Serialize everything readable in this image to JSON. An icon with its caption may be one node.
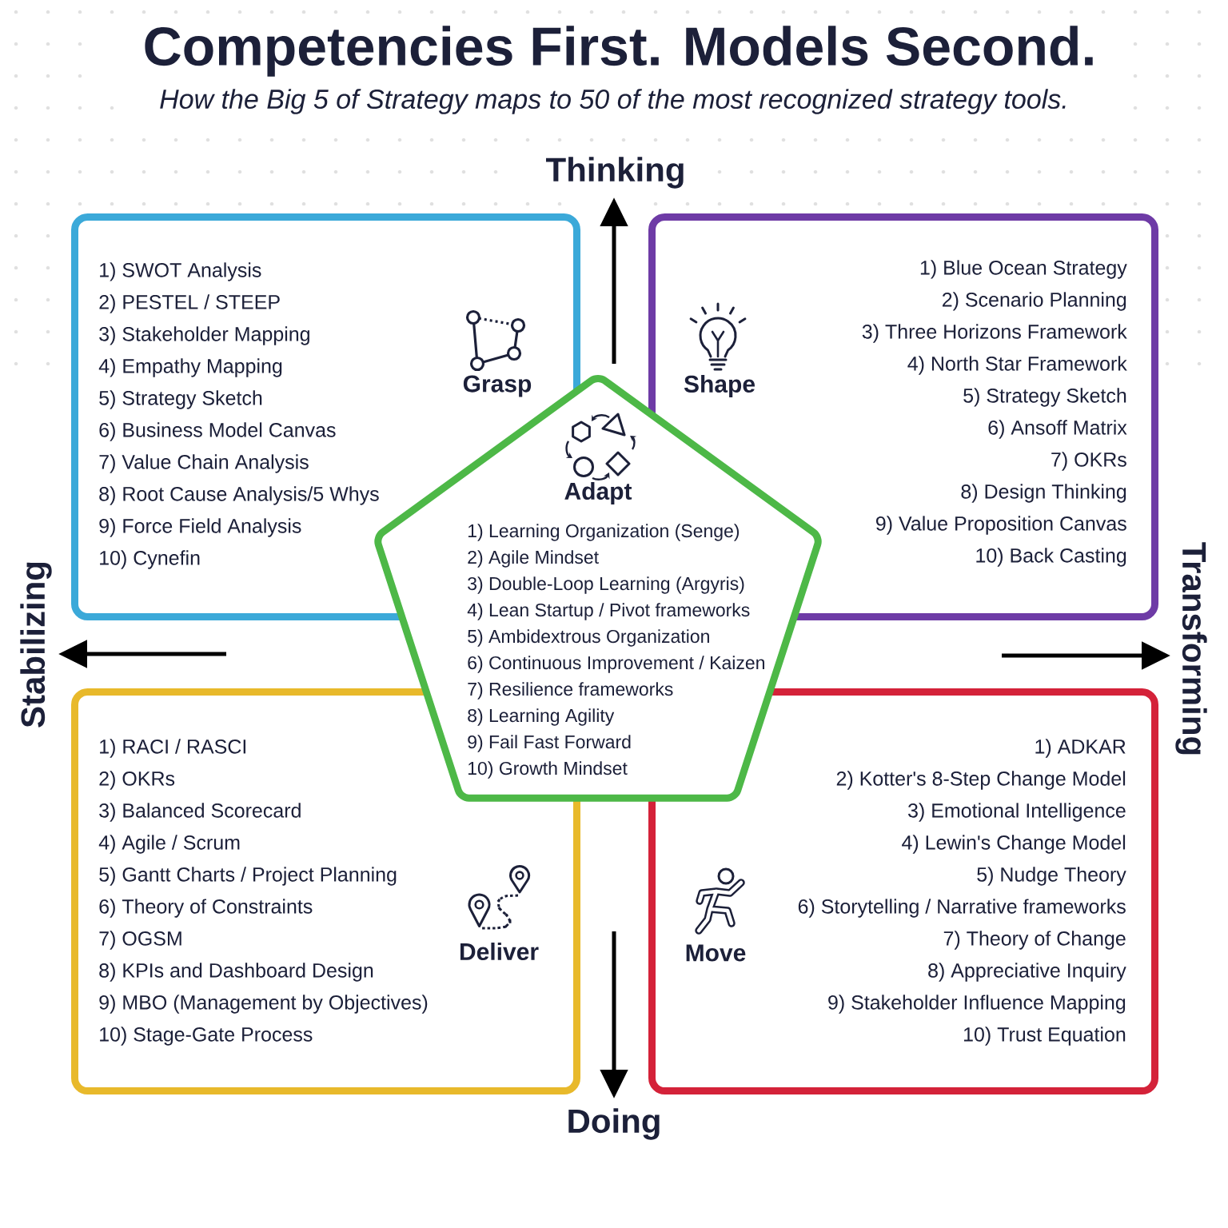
{
  "diagram": {
    "title": "Competencies First. Models Second.",
    "nodes": [
      {
        "text": [
          "Grasp",
          "1) SWOT Analysis",
          "2) PESTEL / STEEP",
          "3) Stakeholder Mapping",
          "4) Empathy Mapping",
          "5) Strategy Sketch",
          "6) Business Model Canvas",
          "7) Value Chain Analysis",
          "8) Root Cause Analysis/5 Whys",
          "9) Force Field Analysis",
          "10) Cynefin"
        ]
      },
      {
        "text": [
          "Shape",
          "1) Blue Ocean Strategy",
          "2) Scenario Planning",
          "3) Three Horizons Framework",
          "4) North Star Framework",
          "5) Strategy Sketch",
          "6) Ansoff Matrix",
          "7) OKRs",
          "8) Design Thinking",
          "9) Value Proposition Canvas",
          "10) Back Casting"
        ]
      },
      {
        "text": [
          "Adapt",
          "1) Learning Organization (Senge)",
          "2) Agile Mindset",
          "3) Double-Loop Learning (Argyris)",
          "4) Lean Startup / Pivot frameworks",
          "5) Ambidextrous Organization",
          "6) Continuous Improvement / Kaizen",
          "7) Resilience frameworks",
          "8) Learning Agility",
          "9) Fail Fast Forward",
          "10) Growth Mindset"
        ]
      },
      {
        "text": [
          "Deliver",
          "1) RACI / RASCI",
          "2) OKRs",
          "3) Balanced Scorecard",
          "4) Agile / Scrum",
          "5) Gantt Charts / Project Planning",
          "6) Theory of Constraints",
          "7) OGSM",
          "8) KPIs and Dashboard Design",
          "9) MBO (Management by Objectives)",
          "10) Stage-Gate Process"
        ]
      },
      {
        "text": [
          "Move",
          "1) ADKAR",
          "2) Kotter's 8-Step Change Model",
          "3) Emotional Intelligence",
          "4) Lewin's Change Model",
          "5) Nudge Theory",
          "6) Storytelling / Narrative frameworks",
          "7) Theory of Change",
          "8) Appreciative Inquiry",
          "9) Stakeholder Influence Mapping",
          "10) Trust Equation"
        ]
      }
    ],
    "labels": [
      "How the Big 5 of Strategy maps to 50 of the most recognized strategy tools.",
      "Thinking",
      "Stabilizing",
      "Transforming",
      "Doing"
    ]
  }
}
